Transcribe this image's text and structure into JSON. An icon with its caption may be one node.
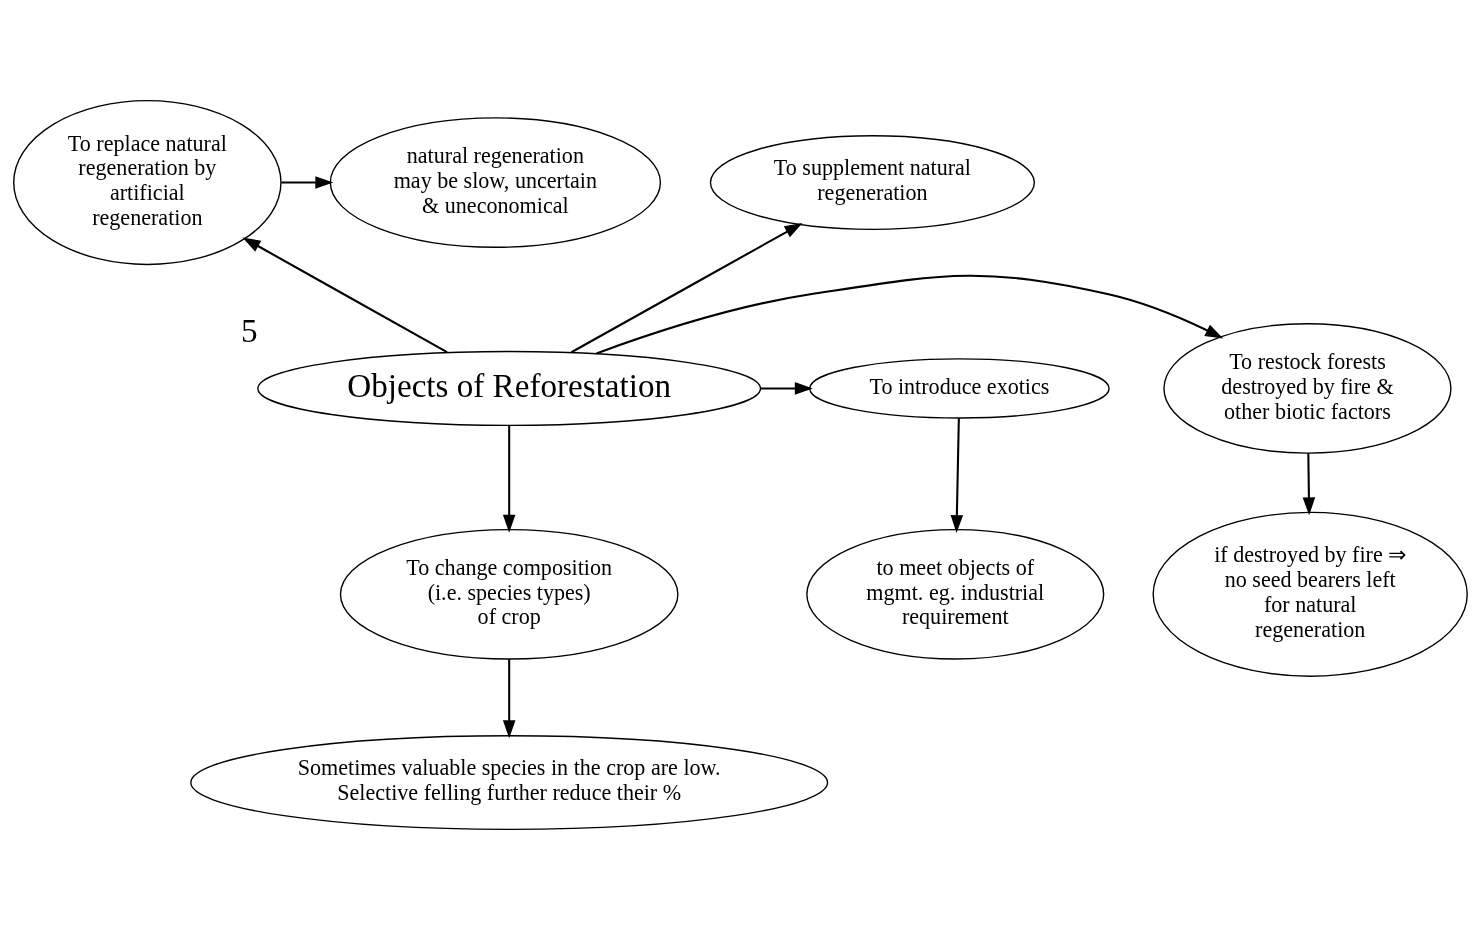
{
  "diagram": {
    "nodes": [
      {
        "text": [
          "natural regeneration may be slow, uncertain & uneconomical"
        ]
      },
      {
        "text": [
          "To replace natural regeneration by artificial regeneration"
        ]
      },
      {
        "text": [
          "To supplement natural regeneration"
        ]
      },
      {
        "text": [
          "To restock forests destroyed by fire & other biotic factors"
        ]
      },
      {
        "text": [
          "Objects of Reforestation"
        ],
        "beside": [
          "5"
        ]
      },
      {
        "text": [
          "To introduce exotics"
        ]
      },
      {
        "text": [
          "To change composition (i.e. species types) of crop"
        ]
      },
      {
        "text": [
          "to meet objects of mgmt. eg. industrial requirement"
        ]
      },
      {
        "text": [
          "if destroyed by fire ⇒ no seed bearers left for natural regeneration"
        ]
      },
      {
        "text": [
          "Sometimes valuable species in the crop are low. Selective felling further reduce their %"
        ]
      }
    ],
    "edges": [
      {
        "from": 4,
        "to": 1,
        "arrow": "to"
      },
      {
        "from": 4,
        "to": 2,
        "arrow": "to"
      },
      {
        "from": 4,
        "to": 3,
        "arrow": "to"
      },
      {
        "from": 4,
        "to": 5,
        "arrow": "to"
      },
      {
        "from": 4,
        "to": 6,
        "arrow": "to"
      },
      {
        "from": 1,
        "to": 0,
        "arrow": "to"
      },
      {
        "from": 3,
        "to": 8,
        "arrow": "to"
      },
      {
        "from": 5,
        "to": 7,
        "arrow": "to"
      },
      {
        "from": 6,
        "to": 9,
        "arrow": "to"
      }
    ]
  }
}
